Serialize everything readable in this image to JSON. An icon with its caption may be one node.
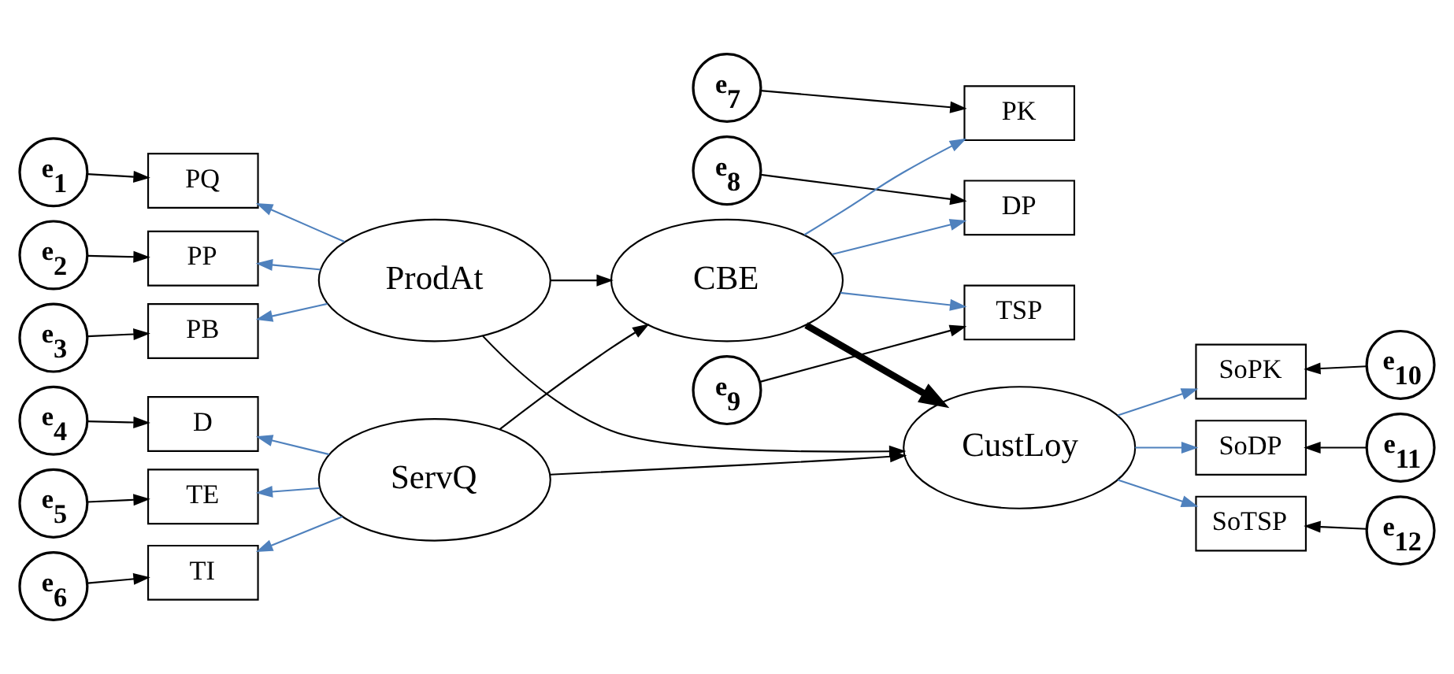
{
  "diagram": {
    "nodes": [
      {
        "text": [
          "e$_{7}$"
        ]
      },
      {
        "text": [
          "e$_{8}$"
        ]
      },
      {
        "text": [
          "e$_{9}$"
        ]
      },
      {
        "text": [
          "PK"
        ]
      },
      {
        "text": [
          "DP"
        ]
      },
      {
        "text": [
          "TSP"
        ]
      },
      {
        "text": [
          "e$_{1}$"
        ]
      },
      {
        "text": [
          "PQ"
        ]
      },
      {
        "text": [
          "ProdAt"
        ]
      },
      {
        "text": [
          "e$_{2}$"
        ]
      },
      {
        "text": [
          "PP"
        ]
      },
      {
        "text": [
          "e$_{3}$"
        ]
      },
      {
        "text": [
          "PB"
        ]
      },
      {
        "text": [
          "CBE"
        ]
      },
      {
        "text": [
          "CustLoy"
        ]
      },
      {
        "text": [
          "e$_{4}$"
        ]
      },
      {
        "text": [
          "D"
        ]
      },
      {
        "text": [
          "ServQ"
        ]
      },
      {
        "text": [
          "e$_{5}$"
        ]
      },
      {
        "text": [
          "TE"
        ]
      },
      {
        "text": [
          "e$_{6}$"
        ]
      },
      {
        "text": [
          "TI"
        ]
      },
      {
        "text": [
          "SoPK"
        ]
      },
      {
        "text": [
          "SoDP"
        ]
      },
      {
        "text": [
          "SoTSP"
        ]
      },
      {
        "text": [
          "e$_{10}$"
        ]
      },
      {
        "text": [
          "e$_{11}$"
        ]
      },
      {
        "text": [
          "e$_{12}$"
        ]
      }
    ],
    "edges": [
      {
        "from": 0,
        "to": 3,
        "arrow": "to"
      },
      {
        "from": 1,
        "to": 4,
        "arrow": "to"
      },
      {
        "from": 2,
        "to": 5,
        "arrow": "to"
      },
      {
        "from": 6,
        "to": 7,
        "arrow": "to"
      },
      {
        "from": 9,
        "to": 10,
        "arrow": "to"
      },
      {
        "from": 11,
        "to": 12,
        "arrow": "to"
      },
      {
        "from": 15,
        "to": 16,
        "arrow": "to"
      },
      {
        "from": 18,
        "to": 19,
        "arrow": "to"
      },
      {
        "from": 20,
        "to": 21,
        "arrow": "to"
      },
      {
        "from": 25,
        "to": 22,
        "arrow": "to"
      },
      {
        "from": 26,
        "to": 23,
        "arrow": "to"
      },
      {
        "from": 27,
        "to": 24,
        "arrow": "to"
      },
      {
        "from": 8,
        "to": 7,
        "arrow": "to",
        "color": "#4f81bd"
      },
      {
        "from": 8,
        "to": 10,
        "arrow": "to",
        "color": "#4f81bd"
      },
      {
        "from": 8,
        "to": 12,
        "arrow": "to",
        "color": "#4f81bd"
      },
      {
        "from": 17,
        "to": 16,
        "arrow": "to",
        "color": "#4f81bd"
      },
      {
        "from": 17,
        "to": 19,
        "arrow": "to",
        "color": "#4f81bd"
      },
      {
        "from": 17,
        "to": 21,
        "arrow": "to",
        "color": "#4f81bd"
      },
      {
        "from": 13,
        "to": 3,
        "arrow": "to",
        "color": "#4f81bd"
      },
      {
        "from": 13,
        "to": 4,
        "arrow": "to",
        "color": "#4f81bd"
      },
      {
        "from": 13,
        "to": 5,
        "arrow": "to",
        "color": "#4f81bd"
      },
      {
        "from": 14,
        "to": 22,
        "arrow": "to",
        "color": "#4f81bd"
      },
      {
        "from": 14,
        "to": 23,
        "arrow": "to",
        "color": "#4f81bd"
      },
      {
        "from": 14,
        "to": 24,
        "arrow": "to",
        "color": "#4f81bd"
      },
      {
        "from": 8,
        "to": 13,
        "arrow": "to"
      },
      {
        "from": 8,
        "to": 14,
        "arrow": "to"
      },
      {
        "from": 17,
        "to": 13,
        "arrow": "to"
      },
      {
        "from": 17,
        "to": 14,
        "arrow": "to"
      },
      {
        "from": 13,
        "to": 14,
        "arrow": "to",
        "style": "thick"
      }
    ]
  }
}
